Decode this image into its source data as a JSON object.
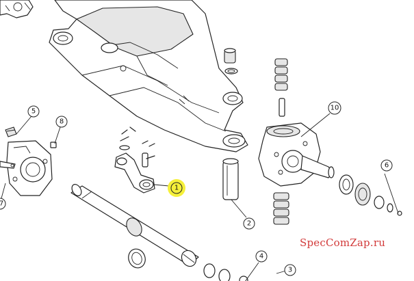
{
  "watermark": "SpecComZap.ru",
  "colors": {
    "highlight": "#f5f03a",
    "watermark": "#d23a3a",
    "line": "#222222"
  },
  "callouts": [
    {
      "label": "1",
      "highlighted": true
    },
    {
      "label": "2",
      "highlighted": false
    },
    {
      "label": "3",
      "highlighted": false
    },
    {
      "label": "4",
      "highlighted": false
    },
    {
      "label": "5",
      "highlighted": false
    },
    {
      "label": "6",
      "highlighted": false
    },
    {
      "label": "7",
      "highlighted": false
    },
    {
      "label": "8",
      "highlighted": false
    },
    {
      "label": "10",
      "highlighted": false
    }
  ]
}
